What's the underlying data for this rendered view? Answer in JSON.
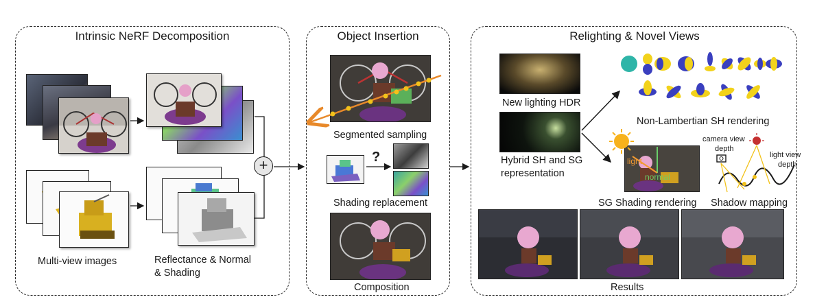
{
  "panels": {
    "decomposition": {
      "title": "Intrinsic NeRF Decomposition",
      "label_multiview": "Multi-view images",
      "label_reflectance_1": "Reflectance & Normal",
      "label_reflectance_2": "& Shading",
      "plus_symbol": "+"
    },
    "insertion": {
      "title": "Object Insertion",
      "label_segmented": "Segmented sampling",
      "label_shading_replacement": "Shading replacement",
      "label_composition": "Composition",
      "question_mark": "?"
    },
    "relighting": {
      "title": "Relighting & Novel Views",
      "label_new_lighting": "New lighting HDR",
      "label_hybrid_1": "Hybrid SH and SG",
      "label_hybrid_2": "representation",
      "label_non_lambertian": "Non-Lambertian SH rendering",
      "label_sg_shading": "SG Shading rendering",
      "label_shadow_mapping": "Shadow mapping",
      "label_light": "light",
      "label_normal": "normal",
      "label_camera_view_1": "camera view",
      "label_camera_view_2": "depth",
      "label_light_view_1": "light view",
      "label_light_view_2": "depth",
      "label_results": "Results"
    }
  },
  "colors": {
    "sampling_ray": "#e8892a",
    "sample_point": "#f2c21a",
    "sh_yellow": "#f2d21b",
    "sh_blue": "#3a3fbf",
    "sh_teal": "#2fb5a8",
    "sun": "#f7b21c"
  }
}
